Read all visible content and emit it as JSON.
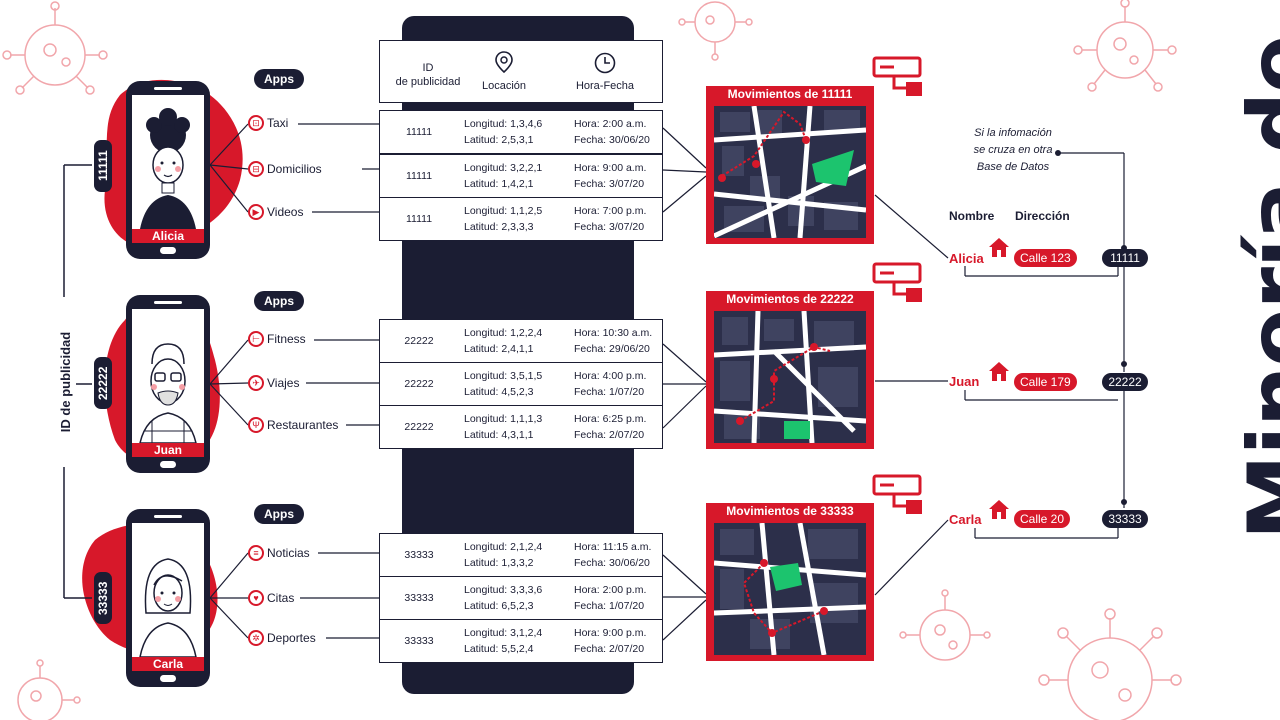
{
  "side_label": "ID de publicidad",
  "big_title": "Minería de Datos",
  "apps_title": "Apps",
  "table_header": {
    "id": "ID\nde publicidad",
    "location": "Locación",
    "time": "Hora-Fecha"
  },
  "users": [
    {
      "name": "Alicia",
      "id": "11111",
      "apps": [
        "Taxi",
        "Domicilios",
        "Videos"
      ],
      "map_title": "Movimientos de 11111",
      "address": "Calle 123",
      "rows": [
        {
          "lon": "Longitud: 1,3,4,6",
          "lat": "Latitud: 2,5,3,1",
          "hora": "Hora: 2:00 a.m.",
          "fecha": "Fecha: 30/06/20"
        },
        {
          "lon": "Longitud: 3,2,2,1",
          "lat": "Latitud: 1,4,2,1",
          "hora": "Hora: 9:00 a.m.",
          "fecha": "Fecha: 3/07/20"
        },
        {
          "lon": "Longitud: 1,1,2,5",
          "lat": "Latitud: 2,3,3,3",
          "hora": "Hora: 7:00 p.m.",
          "fecha": "Fecha: 3/07/20"
        }
      ]
    },
    {
      "name": "Juan",
      "id": "22222",
      "apps": [
        "Fitness",
        "Viajes",
        "Restaurantes"
      ],
      "map_title": "Movimientos de 22222",
      "address": "Calle 179",
      "rows": [
        {
          "lon": "Longitud: 1,2,2,4",
          "lat": "Latitud: 2,4,1,1",
          "hora": "Hora: 10:30 a.m.",
          "fecha": "Fecha: 29/06/20"
        },
        {
          "lon": "Longitud: 3,5,1,5",
          "lat": "Latitud: 4,5,2,3",
          "hora": "Hora: 4:00 p.m.",
          "fecha": "Fecha: 1/07/20"
        },
        {
          "lon": "Longitud: 1,1,1,3",
          "lat": "Latitud: 4,3,1,1",
          "hora": "Hora: 6:25 p.m.",
          "fecha": "Fecha: 2/07/20"
        }
      ]
    },
    {
      "name": "Carla",
      "id": "33333",
      "apps": [
        "Noticias",
        "Citas",
        "Deportes"
      ],
      "map_title": "Movimientos de 33333",
      "address": "Calle 20",
      "rows": [
        {
          "lon": "Longitud: 2,1,2,4",
          "lat": "Latitud: 1,3,3,2",
          "hora": "Hora: 11:15 a.m.",
          "fecha": "Fecha: 30/06/20"
        },
        {
          "lon": "Longitud: 3,3,3,6",
          "lat": "Latitud: 6,5,2,3",
          "hora": "Hora: 2:00 p.m.",
          "fecha": "Fecha: 1/07/20"
        },
        {
          "lon": "Longitud: 3,1,2,4",
          "lat": "Latitud: 5,5,2,4",
          "hora": "Hora: 9:00 p.m.",
          "fecha": "Fecha: 2/07/20"
        }
      ]
    }
  ],
  "database_note": "Si la infomación\nse cruza en otra\nBase de Datos",
  "col_name": "Nombre",
  "col_address": "Dirección",
  "colors": {
    "red": "#d7182a",
    "navy": "#1b1d33",
    "green": "#1cc46e"
  },
  "icons": [
    "taxi-icon",
    "delivery-icon",
    "video-icon",
    "fitness-icon",
    "plane-icon",
    "restaurant-icon",
    "news-icon",
    "heart-icon",
    "sports-icon",
    "cctv-camera-icon",
    "house-icon",
    "location-pin-icon",
    "clock-icon"
  ]
}
